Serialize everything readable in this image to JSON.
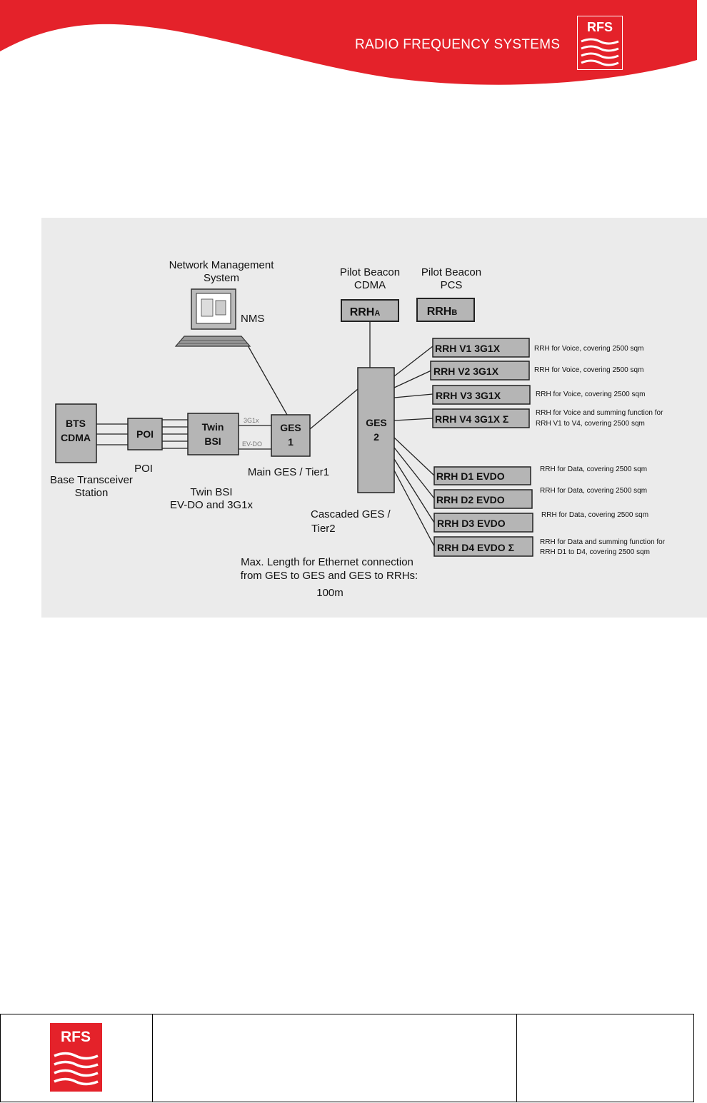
{
  "header": {
    "company_name": "RADIO FREQUENCY SYSTEMS",
    "logo_text": "RFS",
    "brand_red": "#e4222a"
  },
  "diagram": {
    "nms": {
      "title_line1": "Network Management",
      "title_line2": "System",
      "label": "NMS"
    },
    "bts": {
      "line1": "BTS",
      "line2": "CDMA",
      "caption1": "Base Transceiver",
      "caption2": "Station"
    },
    "poi": {
      "label": "POI",
      "caption": "POI"
    },
    "bsi": {
      "line1": "Twin",
      "line2": "BSI",
      "caption1": "Twin BSI",
      "caption2": "EV-DO and 3G1x",
      "link1": "3G1x",
      "link2": "EV-DO"
    },
    "ges1": {
      "line1": "GES",
      "line2": "1",
      "caption": "Main GES / Tier1"
    },
    "ges2": {
      "line1": "GES",
      "line2": "2",
      "caption1": "Cascaded GES /",
      "caption2": "Tier2"
    },
    "beacon_a": {
      "title1": "Pilot Beacon",
      "title2": "CDMA",
      "label": "RRH",
      "sub": "A"
    },
    "beacon_b": {
      "title1": "Pilot Beacon",
      "title2": "PCS",
      "label": "RRH",
      "sub": "B"
    },
    "voice_rrhs": [
      {
        "label": "RRH V1 3G1X",
        "desc1": "RRH for Voice, covering 2500 sqm",
        "desc2": ""
      },
      {
        "label": "RRH V2 3G1X",
        "desc1": "RRH for Voice, covering 2500 sqm",
        "desc2": ""
      },
      {
        "label": "RRH V3 3G1X",
        "desc1": "RRH for Voice, covering 2500 sqm",
        "desc2": ""
      },
      {
        "label": "RRH V4 3G1X Σ",
        "desc1": "RRH for Voice and summing function for",
        "desc2": "RRH V1 to V4, covering 2500 sqm"
      }
    ],
    "data_rrhs": [
      {
        "label": "RRH D1 EVDO",
        "desc1": "RRH for Data, covering 2500 sqm",
        "desc2": ""
      },
      {
        "label": "RRH D2 EVDO",
        "desc1": "RRH for Data, covering 2500 sqm",
        "desc2": ""
      },
      {
        "label": "RRH D3 EVDO",
        "desc1": "RRH for Data, covering 2500 sqm",
        "desc2": ""
      },
      {
        "label": "RRH D4 EVDO Σ",
        "desc1": "RRH for Data and summing function for",
        "desc2": "RRH D1 to D4, covering 2500 sqm"
      }
    ],
    "note": {
      "line1": "Max. Length for Ethernet connection",
      "line2": "from GES to GES and GES to RRHs:",
      "line3": "100m"
    }
  },
  "footer": {
    "logo_text": "RFS"
  }
}
